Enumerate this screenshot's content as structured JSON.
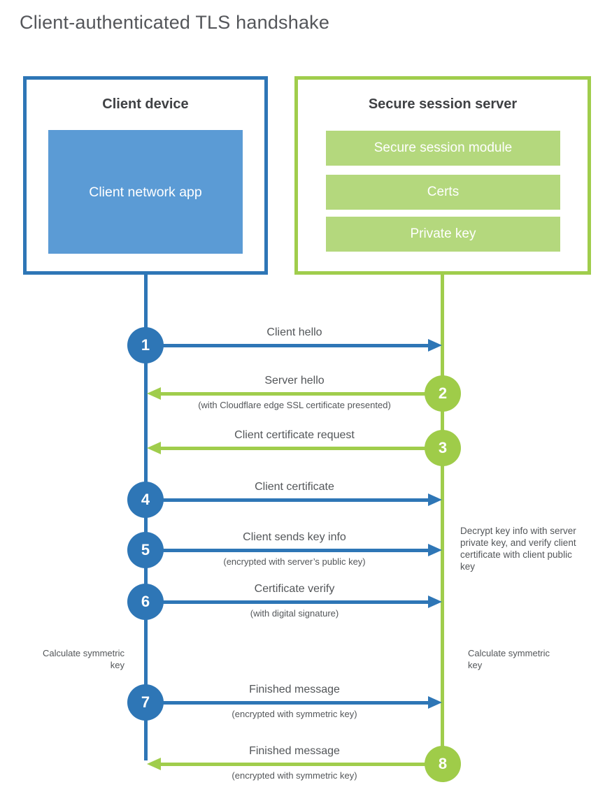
{
  "title": "Client-authenticated TLS handshake",
  "colors": {
    "blue": "#2E76B6",
    "blue_fill": "#5B9BD5",
    "green": "#A0CD4C",
    "green_fill": "#B4D87D"
  },
  "client_box": {
    "title": "Client device",
    "app_label": "Client network app"
  },
  "server_box": {
    "title": "Secure session server",
    "modules": [
      "Secure session module",
      "Certs",
      "Private key"
    ]
  },
  "steps": [
    {
      "num": "1",
      "from": "client",
      "label": "Client hello",
      "sub": ""
    },
    {
      "num": "2",
      "from": "server",
      "label": "Server hello",
      "sub": "(with Cloudflare edge SSL certificate presented)"
    },
    {
      "num": "3",
      "from": "server",
      "label": "Client certificate request",
      "sub": ""
    },
    {
      "num": "4",
      "from": "client",
      "label": "Client certificate",
      "sub": ""
    },
    {
      "num": "5",
      "from": "client",
      "label": "Client sends key info",
      "sub": "(encrypted with server’s public key)"
    },
    {
      "num": "6",
      "from": "client",
      "label": "Certificate verify",
      "sub": "(with digital signature)"
    },
    {
      "num": "7",
      "from": "client",
      "label": "Finished message",
      "sub": "(encrypted with symmetric key)"
    },
    {
      "num": "8",
      "from": "server",
      "label": "Finished message",
      "sub": "(encrypted with symmetric key)"
    }
  ],
  "annotations": {
    "decrypt_note": "Decrypt key info with server private key, and verify client certificate with client public key",
    "calc_left": "Calculate symmetric key",
    "calc_right": "Calculate symmetric key"
  }
}
